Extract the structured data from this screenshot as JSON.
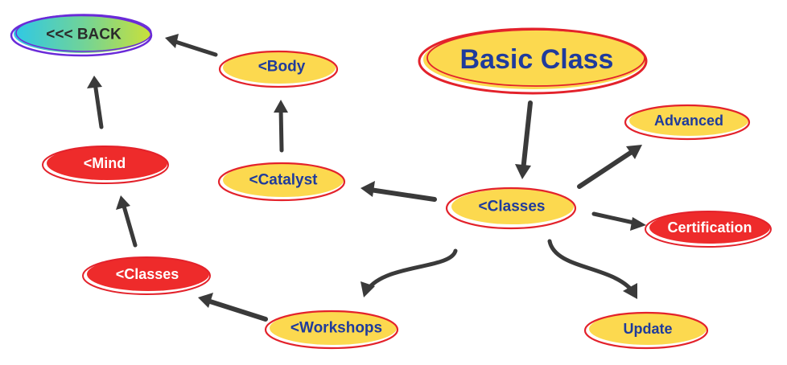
{
  "colors": {
    "yellow_fill": "#fcd94f",
    "red_fill": "#ee2b2b",
    "outline_red": "#e3222b",
    "text_blue": "#1f3b9c",
    "text_white": "#ffffff",
    "text_dark": "#2b2b2b",
    "arrow": "#3a3a3a",
    "back_gradient_start": "#2ec8e6",
    "back_gradient_mid": "#6fd39a",
    "back_gradient_end": "#c9e03a",
    "back_outline": "#6a2ad8"
  },
  "nodes": {
    "back": {
      "label": "<<< BACK",
      "icon": "back-chevrons"
    },
    "basic_class": {
      "label": "Basic Class"
    },
    "body": {
      "label": "<Body"
    },
    "catalyst": {
      "label": "<Catalyst"
    },
    "mind": {
      "label": "<Mind"
    },
    "classes_main": {
      "label": "<Classes"
    },
    "classes_left": {
      "label": "<Classes"
    },
    "workshops": {
      "label": "<Workshops"
    },
    "advanced": {
      "label": "Advanced"
    },
    "certification": {
      "label": "Certification"
    },
    "update": {
      "label": "Update"
    }
  }
}
